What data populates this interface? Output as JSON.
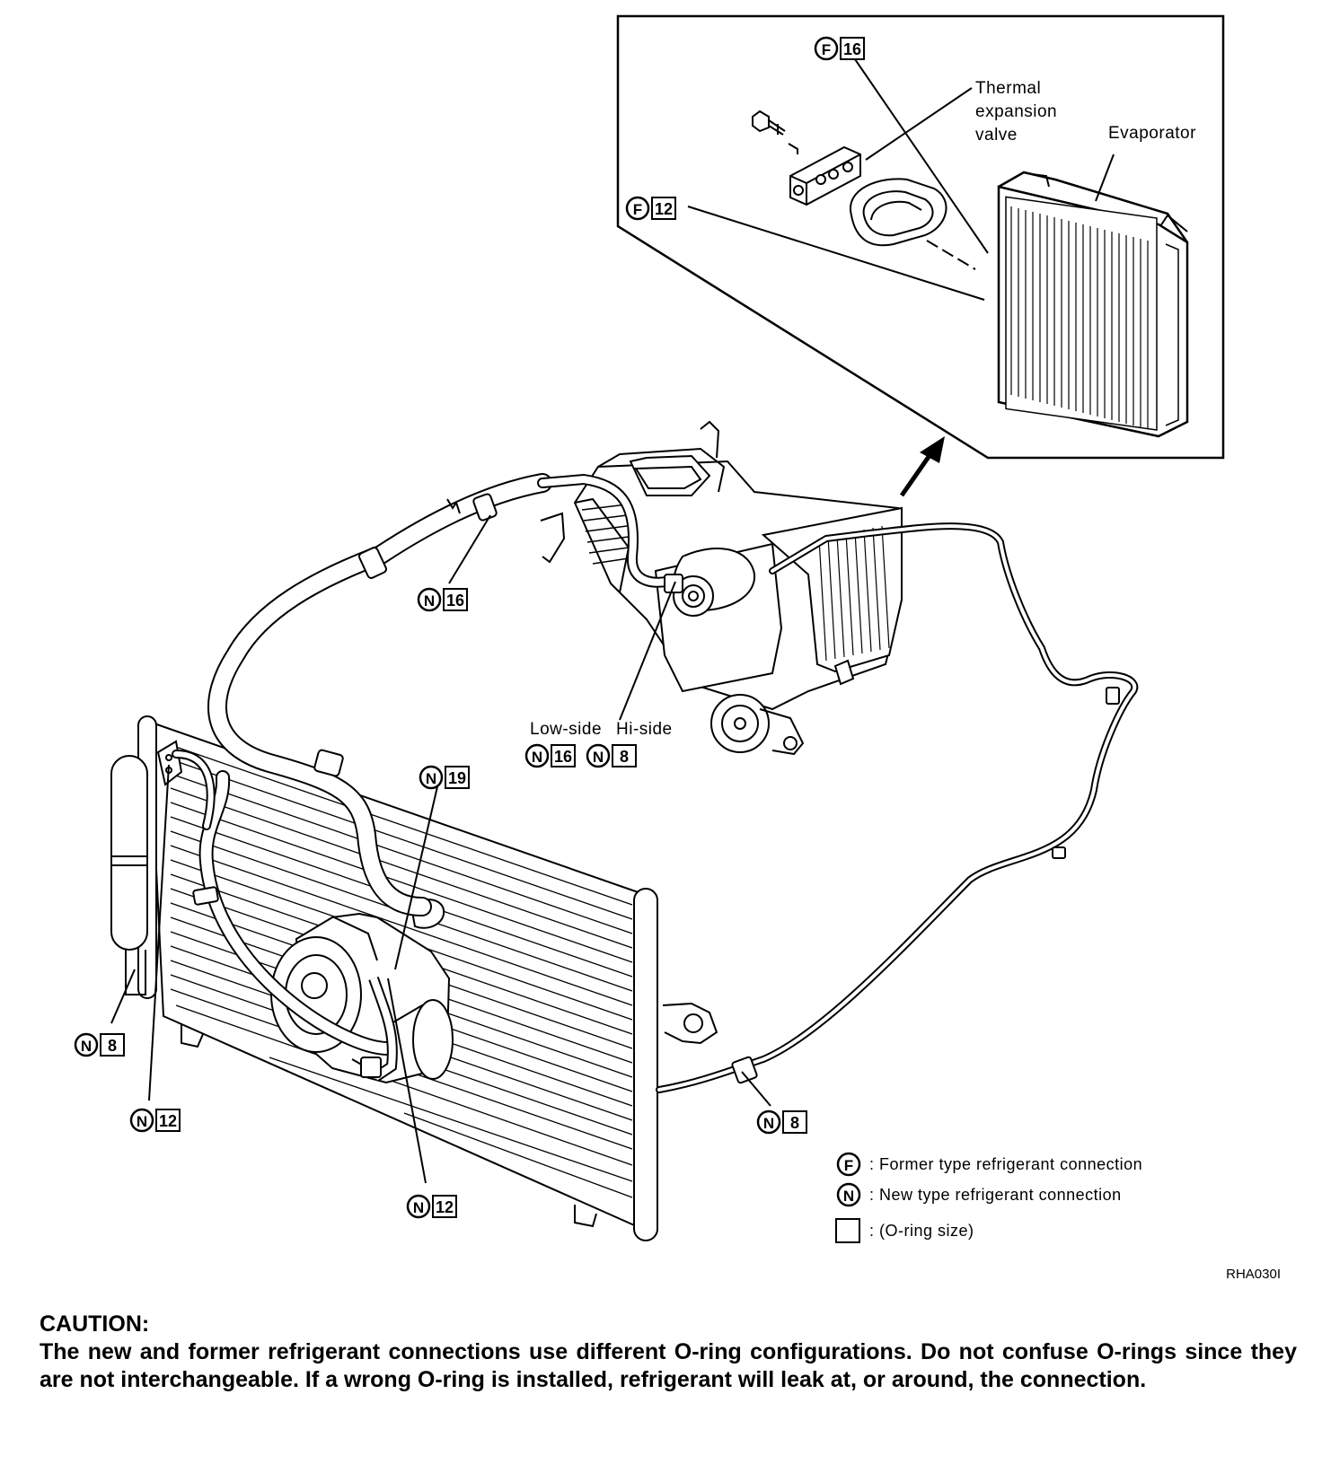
{
  "callouts": {
    "thermal_expansion_valve": [
      "Thermal",
      "expansion",
      "valve"
    ],
    "evaporator": "Evaporator",
    "low_side": "Low-side",
    "hi_side": "Hi-side"
  },
  "badges": {
    "inset_top": {
      "type": "F",
      "size": "16"
    },
    "inset_mid": {
      "type": "F",
      "size": "12"
    },
    "hose_upper": {
      "type": "N",
      "size": "16"
    },
    "low_side": {
      "type": "N",
      "size": "16"
    },
    "hi_side": {
      "type": "N",
      "size": "8"
    },
    "compressor_top": {
      "type": "N",
      "size": "19"
    },
    "liquid_tank": {
      "type": "N",
      "size": "8"
    },
    "condenser_left": {
      "type": "N",
      "size": "12"
    },
    "compressor_bottom": {
      "type": "N",
      "size": "12"
    },
    "pipe_right": {
      "type": "N",
      "size": "8"
    }
  },
  "legend": {
    "former_symbol": "F",
    "former_text": ": Former type refrigerant connection",
    "new_symbol": "N",
    "new_text": ": New type refrigerant connection",
    "oring_text": ": (O-ring size)"
  },
  "figure_code": "RHA030I",
  "caution": {
    "heading": "CAUTION:",
    "text": "The new and former refrigerant connections use different O-ring configurations. Do not confuse O-rings since they are not interchangeable. If a wrong O-ring is installed, refrigerant will leak at, or around, the connection."
  }
}
